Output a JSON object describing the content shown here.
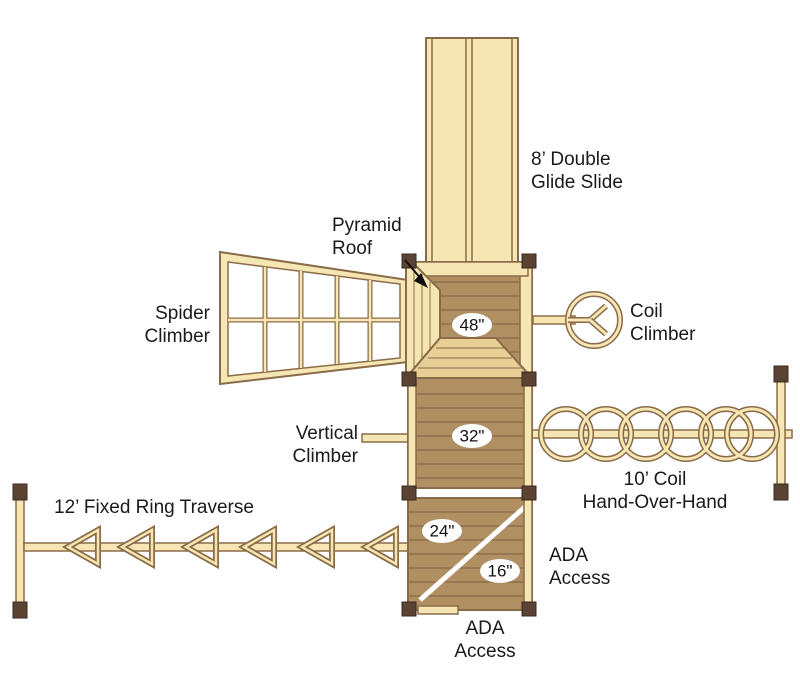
{
  "colors": {
    "wood_light": "#f6e6b4",
    "wood_deck": "#b08f63",
    "outline": "#8a6b48",
    "post": "#5b4334",
    "roof_light": "#faf0cf",
    "roof_dark": "#e7cf96",
    "text": "#1a1a1a"
  },
  "labels": {
    "slide": [
      "8’ Double",
      "Glide Slide"
    ],
    "pyramid_roof": [
      "Pyramid",
      "Roof"
    ],
    "spider_climber": [
      "Spider",
      "Climber"
    ],
    "coil_climber": [
      "Coil",
      "Climber"
    ],
    "vertical_climber": [
      "Vertical",
      "Climber"
    ],
    "coil_hand_over_hand": [
      "10’ Coil",
      "Hand-Over-Hand"
    ],
    "ring_traverse": "12’ Fixed Ring Traverse",
    "ada_access_right": [
      "ADA",
      "Access"
    ],
    "ada_access_bottom": [
      "ADA",
      "Access"
    ]
  },
  "deck_heights": {
    "deck_48": "48\"",
    "deck_32": "32\"",
    "deck_24": "24\"",
    "deck_16": "16\""
  }
}
